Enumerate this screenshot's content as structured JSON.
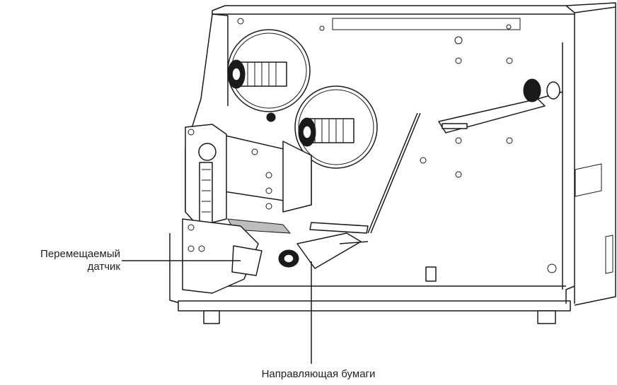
{
  "callouts": {
    "movable_sensor": {
      "line1": "Перемещаемый",
      "line2": "датчик"
    },
    "paper_guide": "Направляющая бумаги"
  },
  "colors": {
    "line": "#1a1a1a",
    "text": "#222222",
    "background": "#ffffff"
  }
}
